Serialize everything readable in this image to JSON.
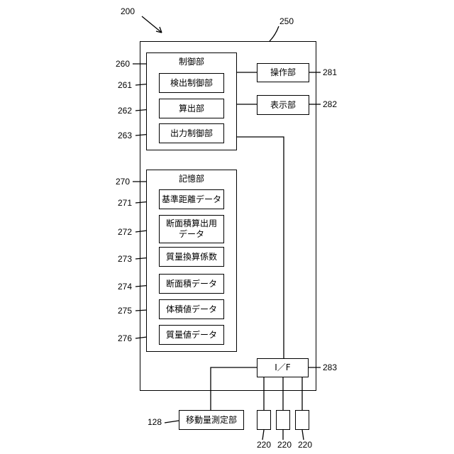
{
  "figure": {
    "number": "200"
  },
  "device": {
    "ref": "250"
  },
  "control": {
    "title": "制御部",
    "ref": "260",
    "items": [
      {
        "label": "検出制御部",
        "ref": "261"
      },
      {
        "label": "算出部",
        "ref": "262"
      },
      {
        "label": "出力制御部",
        "ref": "263"
      }
    ]
  },
  "storage": {
    "title": "記憶部",
    "ref": "270",
    "items": [
      {
        "label": "基準距離データ",
        "ref": "271"
      },
      {
        "label": "断面積算出用データ",
        "line1": "断面積算出用",
        "line2": "データ",
        "ref": "272"
      },
      {
        "label": "質量換算係数",
        "ref": "273"
      },
      {
        "label": "断面積データ",
        "ref": "274"
      },
      {
        "label": "体積値データ",
        "ref": "275"
      },
      {
        "label": "質量値データ",
        "ref": "276"
      }
    ]
  },
  "operation": {
    "label": "操作部",
    "ref": "281"
  },
  "display": {
    "label": "表示部",
    "ref": "282"
  },
  "interface": {
    "label": "I／F",
    "ref": "283"
  },
  "meter": {
    "label": "移動量測定部",
    "ref": "128"
  },
  "sensors": [
    {
      "ref": "220"
    },
    {
      "ref": "220"
    },
    {
      "ref": "220"
    }
  ]
}
